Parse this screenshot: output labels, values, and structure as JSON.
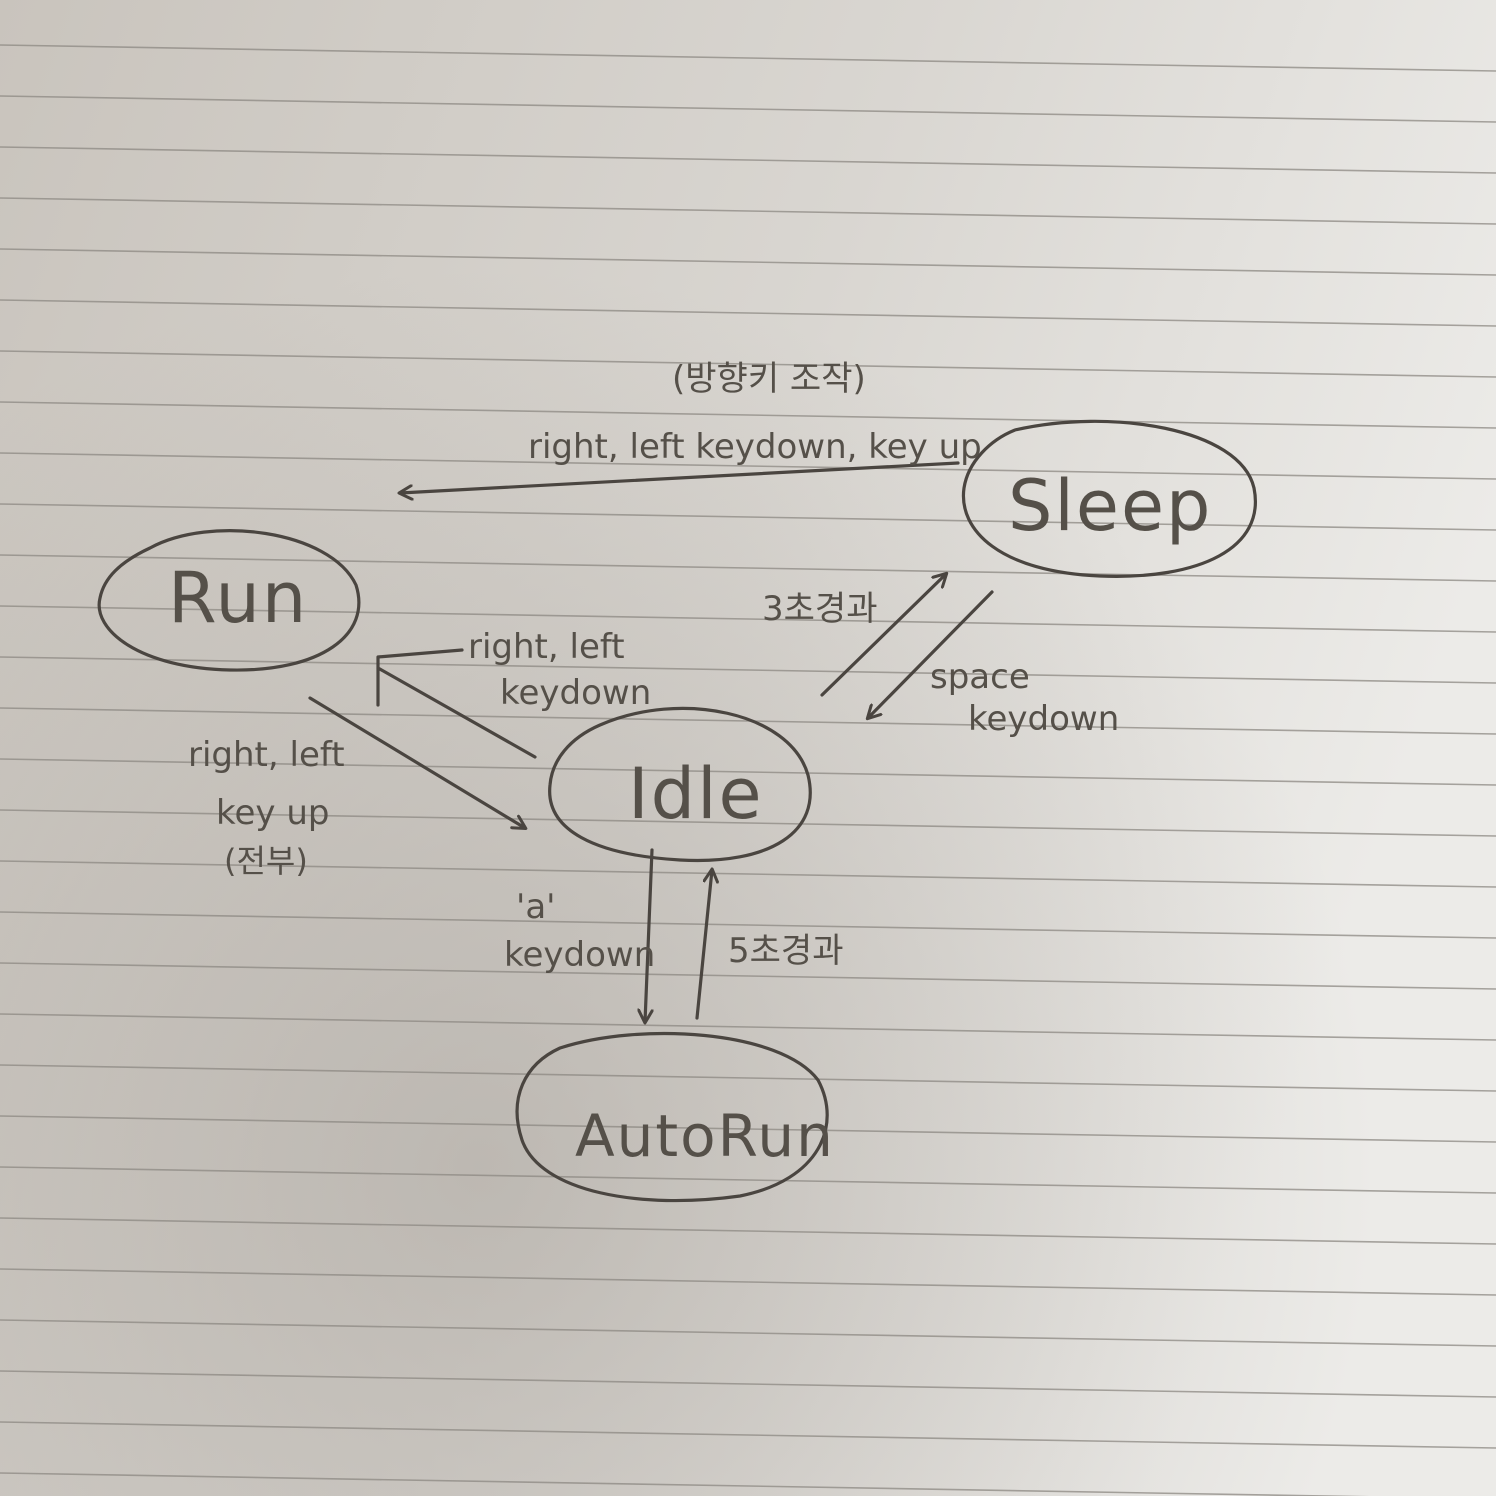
{
  "diagram": {
    "states": {
      "run": "Run",
      "sleep": "Sleep",
      "idle": "Idle",
      "autorun": "AutoRun"
    },
    "labels": {
      "sleep_to_run_note": "(방향키 조작)",
      "sleep_to_run": "right, left keydown, key up",
      "idle_to_run_line1": "right, left",
      "idle_to_run_line2": "keydown",
      "run_to_idle_line1": "right, left",
      "run_to_idle_line2": "key up",
      "run_to_idle_line3": "(전부)",
      "idle_to_sleep": "3초경과",
      "sleep_to_idle_line1": "space",
      "sleep_to_idle_line2": "keydown",
      "idle_to_autorun_line1": "'a'",
      "idle_to_autorun_line2": "keydown",
      "autorun_to_idle": "5초경과"
    }
  },
  "colors": {
    "paper": "#d8d4ce",
    "rule_line": "#8d8983",
    "ink": "#4a4540"
  }
}
